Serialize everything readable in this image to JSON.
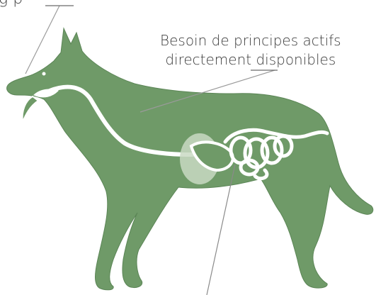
{
  "labels": {
    "top_partial": "g     p",
    "needs_line1": "Besoin de principes actifs",
    "needs_line2": "directement disponibles"
  },
  "colors": {
    "dog_body": "#6f9a68",
    "dog_outline": "#5b8556",
    "digestive_tract": "#ffffff",
    "stomach_shadow": "#c9d9c3",
    "text": "#3c3c3c",
    "leader_line": "#9a9a9a"
  }
}
